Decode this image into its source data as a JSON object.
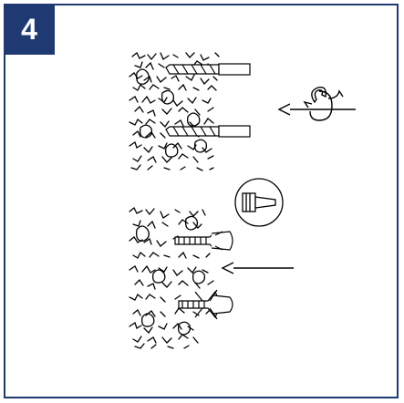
{
  "step": {
    "number": "4"
  },
  "colors": {
    "frame": "#1f3a73",
    "badge_bg": "#1f3a73",
    "badge_text": "#ffffff",
    "line_art": "#000000"
  },
  "icons": {
    "top_panel": [
      "wall-texture",
      "drill-bit",
      "drill-bit",
      "arrow-left",
      "rotation-hook-icon"
    ],
    "bottom_panel": [
      "wall-texture",
      "wall-anchor",
      "wall-anchor",
      "arrow-left",
      "hammer-icon"
    ]
  }
}
